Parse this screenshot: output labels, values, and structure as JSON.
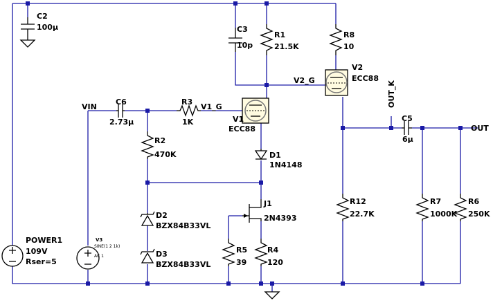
{
  "schematic": {
    "components": [
      {
        "ref": "C2",
        "value": "100µ"
      },
      {
        "ref": "C3",
        "value": "10p"
      },
      {
        "ref": "R1",
        "value": "21.5K"
      },
      {
        "ref": "R8",
        "value": "10"
      },
      {
        "ref": "V2",
        "value": "ECC88"
      },
      {
        "ref": "C6",
        "value": "2.73µ"
      },
      {
        "ref": "R3",
        "value": "1K"
      },
      {
        "ref": "V1",
        "value": "ECC88"
      },
      {
        "ref": "D1",
        "value": "1N4148"
      },
      {
        "ref": "R2",
        "value": "470K"
      },
      {
        "ref": "C5",
        "value": "6µ"
      },
      {
        "ref": "R12",
        "value": "22.7K"
      },
      {
        "ref": "R7",
        "value": "1000K"
      },
      {
        "ref": "R6",
        "value": "250K"
      },
      {
        "ref": "J1",
        "value": "2N4393"
      },
      {
        "ref": "D2",
        "value": "BZX84B33VL"
      },
      {
        "ref": "D3",
        "value": "BZX84B33VL"
      },
      {
        "ref": "R5",
        "value": "39"
      },
      {
        "ref": "R4",
        "value": "120"
      },
      {
        "ref": "POWER1",
        "value": "109V",
        "extra": "Rser=5"
      },
      {
        "ref": "V3",
        "value": "SINE(1 2 1k)",
        "extra": "AC 1"
      }
    ],
    "nets": {
      "vin": "VIN",
      "v1_g": "V1_G",
      "v2_g": "V2_G",
      "out_k": "OUT_K",
      "out": "OUT"
    }
  }
}
